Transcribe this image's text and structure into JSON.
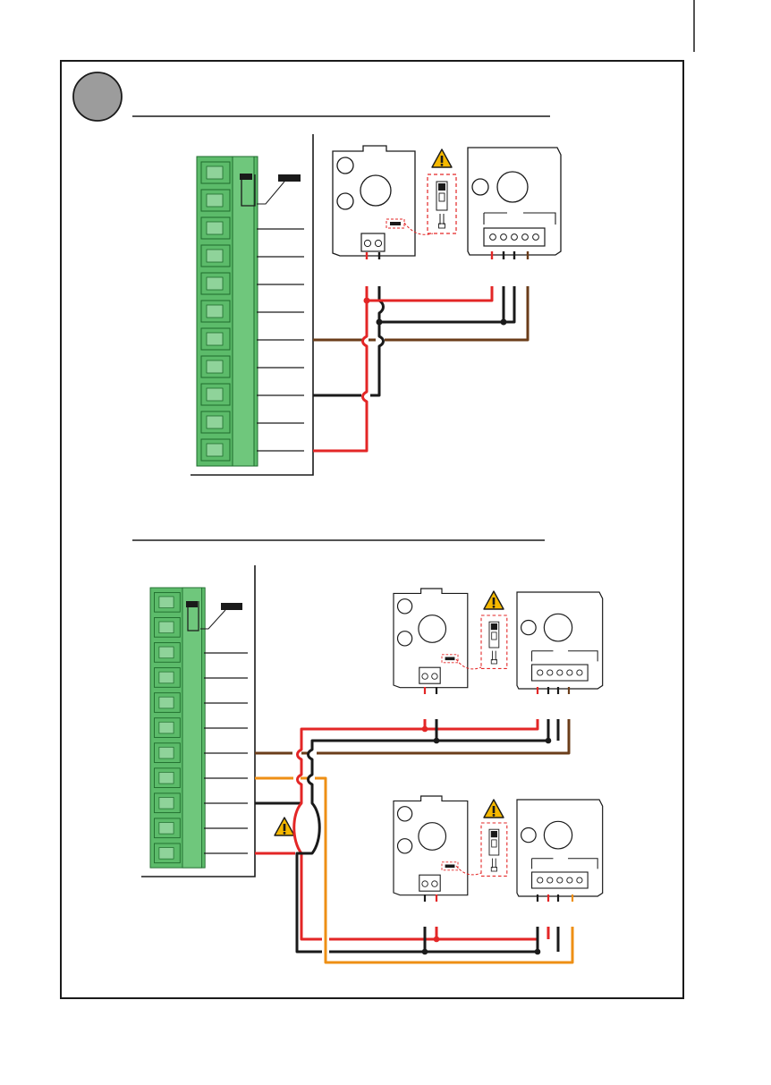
{
  "colors": {
    "frame": "#1a1a1a",
    "badge_fill": "#9c9c9c",
    "terminal_block": "#5cbb6a",
    "terminal_block_light": "#8fd39a",
    "terminal_block_dark": "#1e6b2c",
    "wire_red": "#e32626",
    "wire_black": "#1a1a1a",
    "wire_brown": "#6b3d1a",
    "wire_orange": "#ee8f14",
    "warning_fill": "#f5b800",
    "jumper_outline": "#e32626"
  },
  "icons": [
    "warning-icon",
    "jumper-setting-icon",
    "cable-tie-icon"
  ],
  "sections": [
    {
      "name": "single-photocell-pair",
      "terminals": 11,
      "receivers": 1
    },
    {
      "name": "double-photocell-pair",
      "terminals": 11,
      "receivers": 2
    }
  ]
}
